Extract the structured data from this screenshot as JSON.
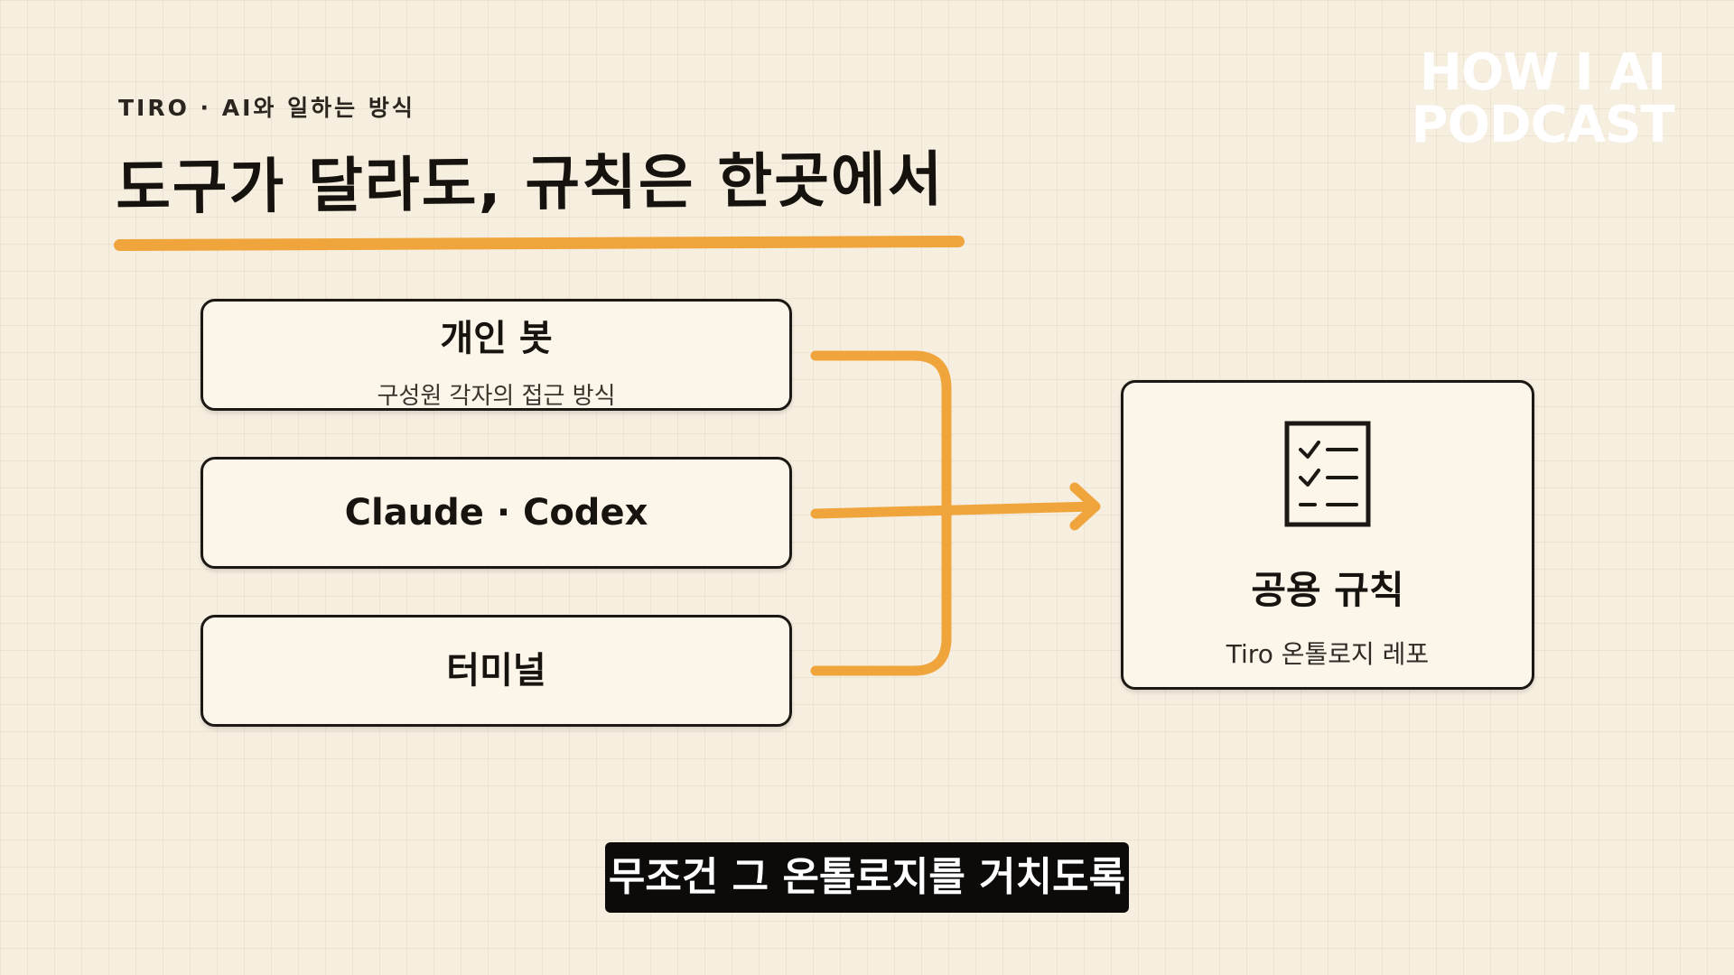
{
  "header": {
    "kicker": "TIRO · AI와 일하는 방식",
    "headline": "도구가 달라도, 규칙은 한곳에서"
  },
  "brand": {
    "line1": "HOW I AI",
    "line2": "PODCAST"
  },
  "sources": [
    {
      "title": "개인 봇",
      "subtitle": "구성원 각자의 접근 방식"
    },
    {
      "title": "Claude · Codex"
    },
    {
      "title": "터미널"
    }
  ],
  "target": {
    "icon": "checklist-icon",
    "title": "공용 규칙",
    "subtitle": "Tiro 온톨로지 레포"
  },
  "caption": "무조건 그 온톨로지를 거치도록",
  "colors": {
    "accent": "#f0a53c",
    "background": "#f6eedf",
    "card": "#fbf5ea",
    "border": "#1c1915",
    "caption_bg": "#0c0b0a"
  }
}
